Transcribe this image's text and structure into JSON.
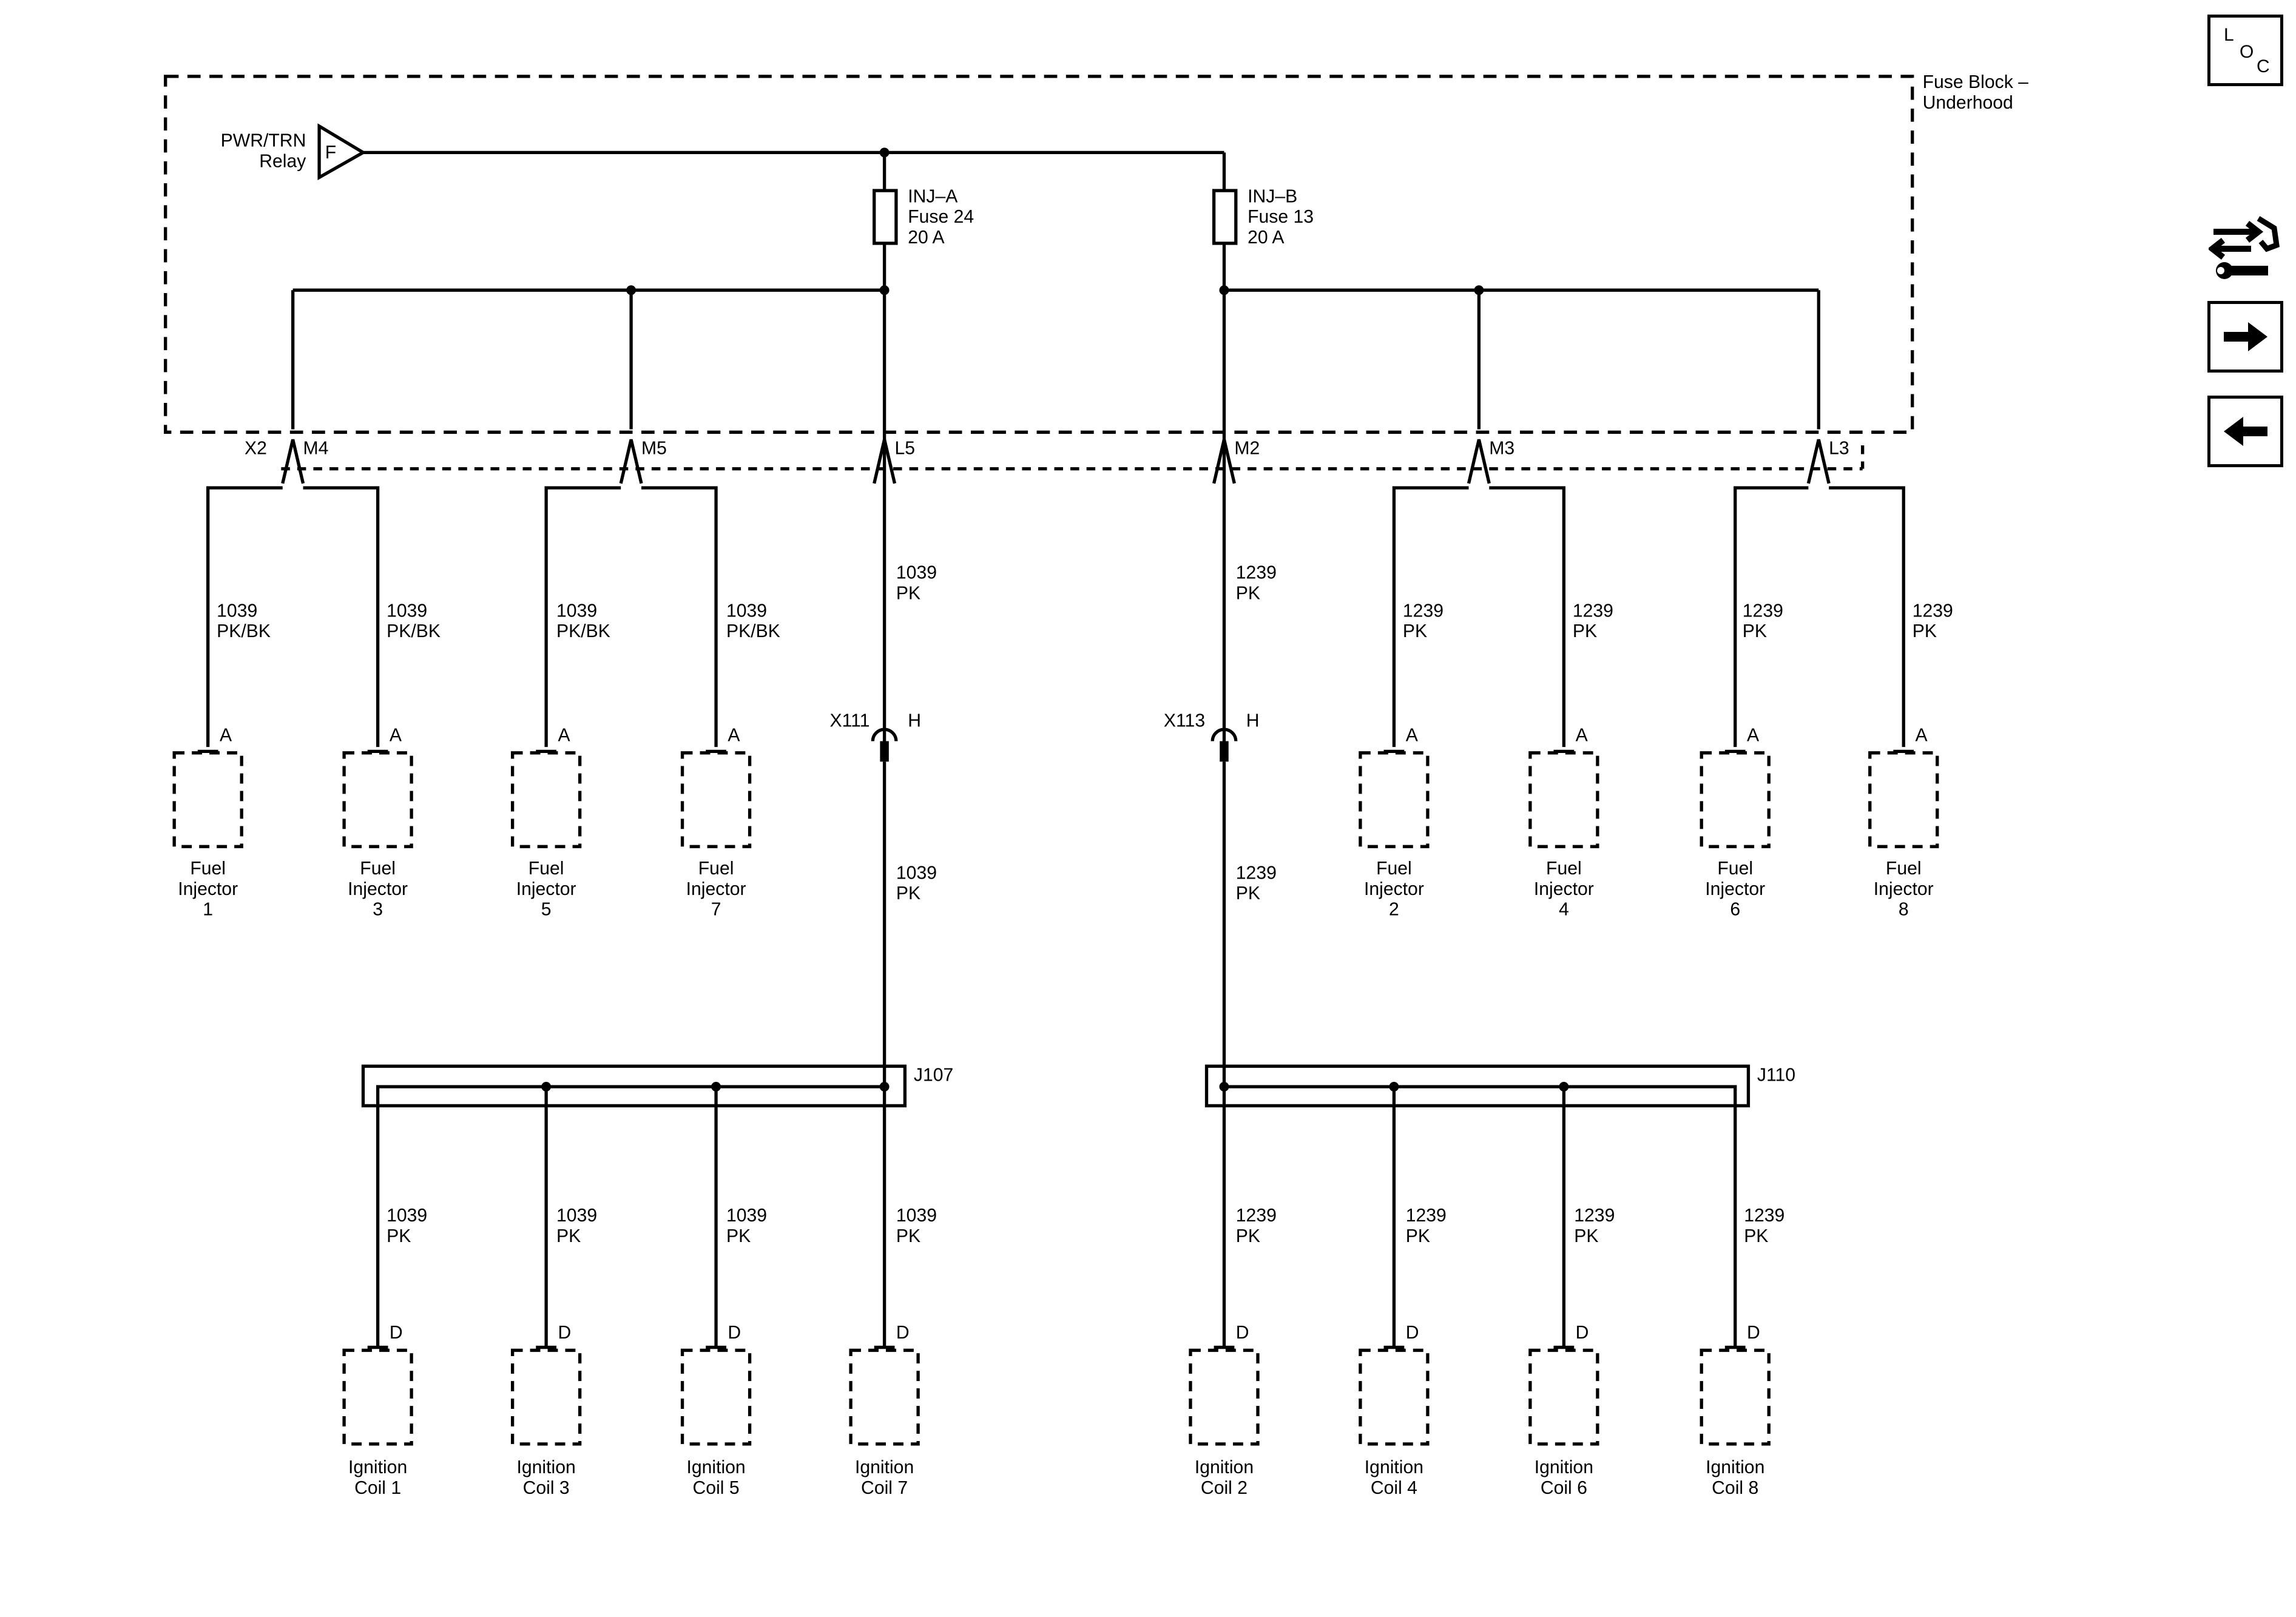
{
  "fuse_block": {
    "label_line1": "Fuse Block –",
    "label_line2": "Underhood"
  },
  "relay": {
    "label_line1": "PWR/TRN",
    "label_line2": "Relay",
    "terminal": "F"
  },
  "fuses": [
    {
      "name": "INJ–A",
      "number": "Fuse 24",
      "rating": "20 A"
    },
    {
      "name": "INJ–B",
      "number": "Fuse 13",
      "rating": "20 A"
    }
  ],
  "connector_x2": "X2",
  "pins": [
    "M4",
    "M5",
    "L5",
    "M2",
    "M3",
    "L3"
  ],
  "wires": {
    "c1039": "1039",
    "c1239": "1239",
    "pk": "PK",
    "pkbk": "PK/BK"
  },
  "inline_connectors": [
    {
      "name": "X111",
      "pin": "H"
    },
    {
      "name": "X113",
      "pin": "H"
    }
  ],
  "splices": [
    "J107",
    "J110"
  ],
  "injector_pin": "A",
  "coil_pin": "D",
  "injectors": [
    {
      "l1": "Fuel",
      "l2": "Injector",
      "l3": "1"
    },
    {
      "l1": "Fuel",
      "l2": "Injector",
      "l3": "3"
    },
    {
      "l1": "Fuel",
      "l2": "Injector",
      "l3": "5"
    },
    {
      "l1": "Fuel",
      "l2": "Injector",
      "l3": "7"
    },
    {
      "l1": "Fuel",
      "l2": "Injector",
      "l3": "2"
    },
    {
      "l1": "Fuel",
      "l2": "Injector",
      "l3": "4"
    },
    {
      "l1": "Fuel",
      "l2": "Injector",
      "l3": "6"
    },
    {
      "l1": "Fuel",
      "l2": "Injector",
      "l3": "8"
    }
  ],
  "coils": [
    {
      "l1": "Ignition",
      "l2": "Coil 1"
    },
    {
      "l1": "Ignition",
      "l2": "Coil 3"
    },
    {
      "l1": "Ignition",
      "l2": "Coil 5"
    },
    {
      "l1": "Ignition",
      "l2": "Coil 7"
    },
    {
      "l1": "Ignition",
      "l2": "Coil 2"
    },
    {
      "l1": "Ignition",
      "l2": "Coil 4"
    },
    {
      "l1": "Ignition",
      "l2": "Coil 6"
    },
    {
      "l1": "Ignition",
      "l2": "Coil 8"
    }
  ],
  "nav": {
    "loc": [
      "L",
      "O",
      "C"
    ],
    "icons": [
      "connector-wrench-icon",
      "arrow-right-icon",
      "arrow-left-icon"
    ]
  }
}
